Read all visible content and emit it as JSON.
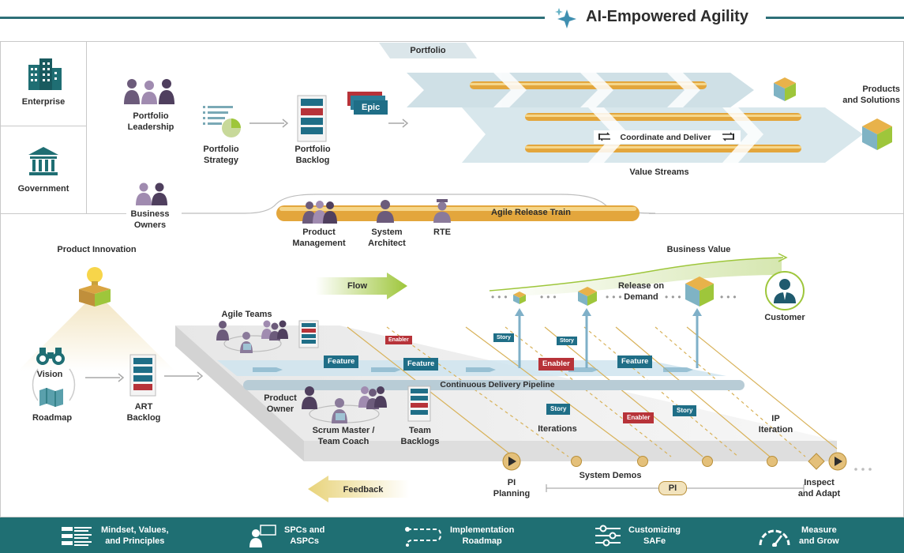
{
  "header": {
    "title": "AI-Empowered Agility"
  },
  "colors": {
    "teal": "#1f6e87",
    "dark_teal": "#1f6f73",
    "red": "#b73339",
    "purple": "#6c5b7b",
    "green": "#9ec63b",
    "gold": "#e8b24a"
  },
  "left_column": {
    "enterprise": "Enterprise",
    "government": "Government"
  },
  "portfolio": {
    "section_label": "Portfolio",
    "leadership": "Portfolio\nLeadership",
    "strategy": "Portfolio\nStrategy",
    "backlog": "Portfolio\nBacklog",
    "epic": "Epic",
    "value_streams": "Value Streams",
    "coordinate": "Coordinate and Deliver",
    "products": "Products\nand Solutions"
  },
  "art": {
    "business_owners": "Business\nOwners",
    "train": "Agile Release Train",
    "product_management": "Product\nManagement",
    "system_architect": "System\nArchitect",
    "rte": "RTE"
  },
  "team": {
    "product_innovation": "Product Innovation",
    "vision": "Vision",
    "roadmap": "Roadmap",
    "art_backlog": "ART\nBacklog",
    "agile_teams": "Agile Teams",
    "product_owner": "Product\nOwner",
    "scrum_master": "Scrum Master /\nTeam Coach",
    "team_backlogs": "Team\nBacklogs",
    "flow": "Flow",
    "feedback": "Feedback",
    "pipeline": "Continuous Delivery Pipeline",
    "business_value": "Business Value",
    "release": "Release on\nDemand",
    "customer": "Customer",
    "iterations": "Iterations",
    "ip_iteration": "IP\nIteration",
    "system_demos": "System Demos",
    "pi_planning": "PI\nPlanning",
    "pi": "PI",
    "inspect": "Inspect\nand Adapt"
  },
  "tags": {
    "feature": "Feature",
    "enabler": "Enabler",
    "story": "Story"
  },
  "footer": {
    "items": [
      {
        "label": "Mindset, Values,\nand Principles",
        "icon": "list-icon"
      },
      {
        "label": "SPCs and\nASPCs",
        "icon": "presenter-icon"
      },
      {
        "label": "Implementation\nRoadmap",
        "icon": "roadmap-icon"
      },
      {
        "label": "Customizing\nSAFe",
        "icon": "sliders-icon"
      },
      {
        "label": "Measure\nand Grow",
        "icon": "gauge-icon"
      }
    ]
  }
}
